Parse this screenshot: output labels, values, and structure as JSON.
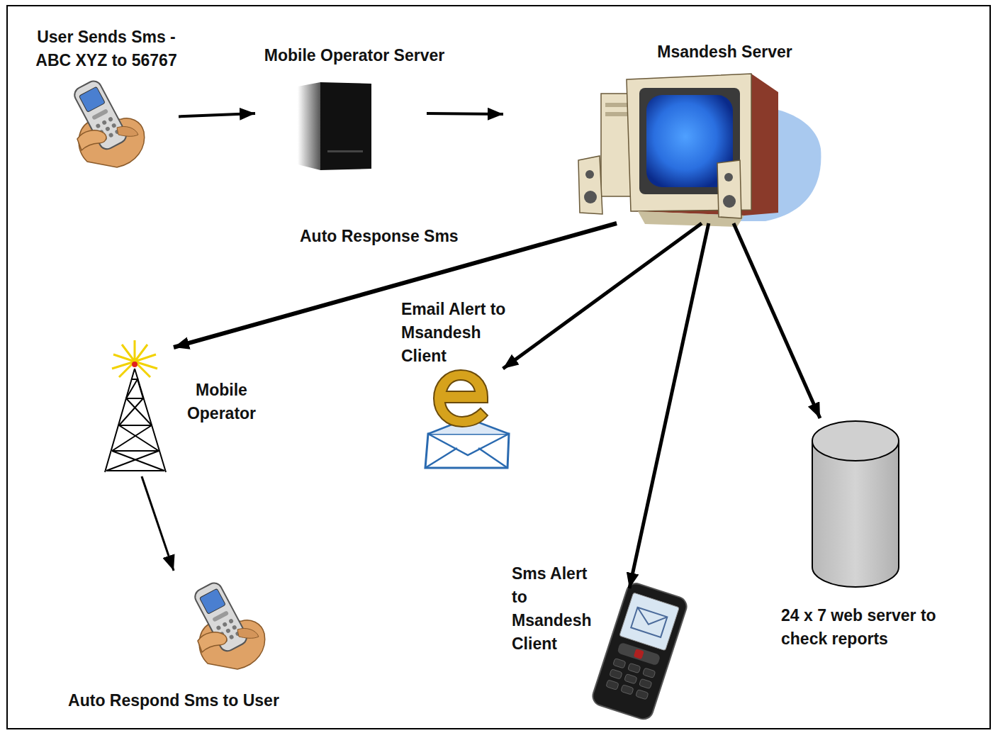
{
  "diagram": {
    "nodes": [
      {
        "text": [
          "User Sends Sms - ABC XYZ to 56767"
        ]
      },
      {
        "text": [
          "Mobile Operator Server"
        ]
      },
      {
        "text": [
          "Msandesh Server"
        ]
      },
      {
        "text": [
          "Email Alert to Msandesh Client"
        ]
      },
      {
        "text": [
          "Mobile Operator"
        ]
      },
      {
        "text": [
          "Sms Alert to Msandesh Client"
        ]
      },
      {
        "text": [
          "24 x 7 web server to check reports"
        ]
      },
      {
        "text": [
          "Auto Respond Sms to User"
        ]
      }
    ],
    "edges": [
      {
        "from": 0,
        "to": 1,
        "arrow": "to"
      },
      {
        "from": 1,
        "to": 2,
        "arrow": "to"
      },
      {
        "from": 2,
        "to": 4,
        "label": "Auto Response Sms",
        "arrow": "to"
      },
      {
        "from": 2,
        "to": 3,
        "arrow": "to"
      },
      {
        "from": 2,
        "to": 5,
        "arrow": "to"
      },
      {
        "from": 2,
        "to": 6,
        "arrow": "to"
      },
      {
        "from": 4,
        "to": 7,
        "arrow": "to"
      }
    ]
  }
}
